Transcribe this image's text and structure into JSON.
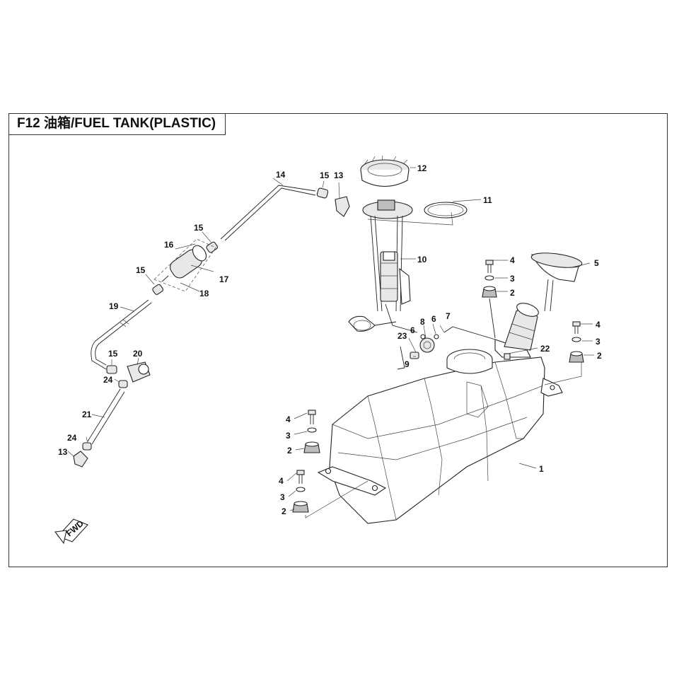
{
  "diagram": {
    "title": "F12 油箱/FUEL TANK(PLASTIC)",
    "direction_marker": "FWD",
    "callouts": [
      {
        "id": "c12",
        "label": "12"
      },
      {
        "id": "c11",
        "label": "11"
      },
      {
        "id": "c10",
        "label": "10"
      },
      {
        "id": "c14",
        "label": "14"
      },
      {
        "id": "c15a",
        "label": "15"
      },
      {
        "id": "c13a",
        "label": "13"
      },
      {
        "id": "c15b",
        "label": "15"
      },
      {
        "id": "c16",
        "label": "16"
      },
      {
        "id": "c17",
        "label": "17"
      },
      {
        "id": "c15c",
        "label": "15"
      },
      {
        "id": "c18",
        "label": "18"
      },
      {
        "id": "c19",
        "label": "19"
      },
      {
        "id": "c15d",
        "label": "15"
      },
      {
        "id": "c20",
        "label": "20"
      },
      {
        "id": "c24a",
        "label": "24"
      },
      {
        "id": "c21",
        "label": "21"
      },
      {
        "id": "c24b",
        "label": "24"
      },
      {
        "id": "c13b",
        "label": "13"
      },
      {
        "id": "c8",
        "label": "8"
      },
      {
        "id": "c6a",
        "label": "6"
      },
      {
        "id": "c6b",
        "label": "6"
      },
      {
        "id": "c7",
        "label": "7"
      },
      {
        "id": "c23",
        "label": "23"
      },
      {
        "id": "c9",
        "label": "9"
      },
      {
        "id": "c22",
        "label": "22"
      },
      {
        "id": "c4a",
        "label": "4"
      },
      {
        "id": "c3a",
        "label": "3"
      },
      {
        "id": "c2a",
        "label": "2"
      },
      {
        "id": "c5",
        "label": "5"
      },
      {
        "id": "c4b",
        "label": "4"
      },
      {
        "id": "c3b",
        "label": "3"
      },
      {
        "id": "c2b",
        "label": "2"
      },
      {
        "id": "c1",
        "label": "1"
      },
      {
        "id": "c4c",
        "label": "4"
      },
      {
        "id": "c3c",
        "label": "3"
      },
      {
        "id": "c2c",
        "label": "2"
      },
      {
        "id": "c4d",
        "label": "4"
      },
      {
        "id": "c3d",
        "label": "3"
      },
      {
        "id": "c2d",
        "label": "2"
      }
    ]
  }
}
